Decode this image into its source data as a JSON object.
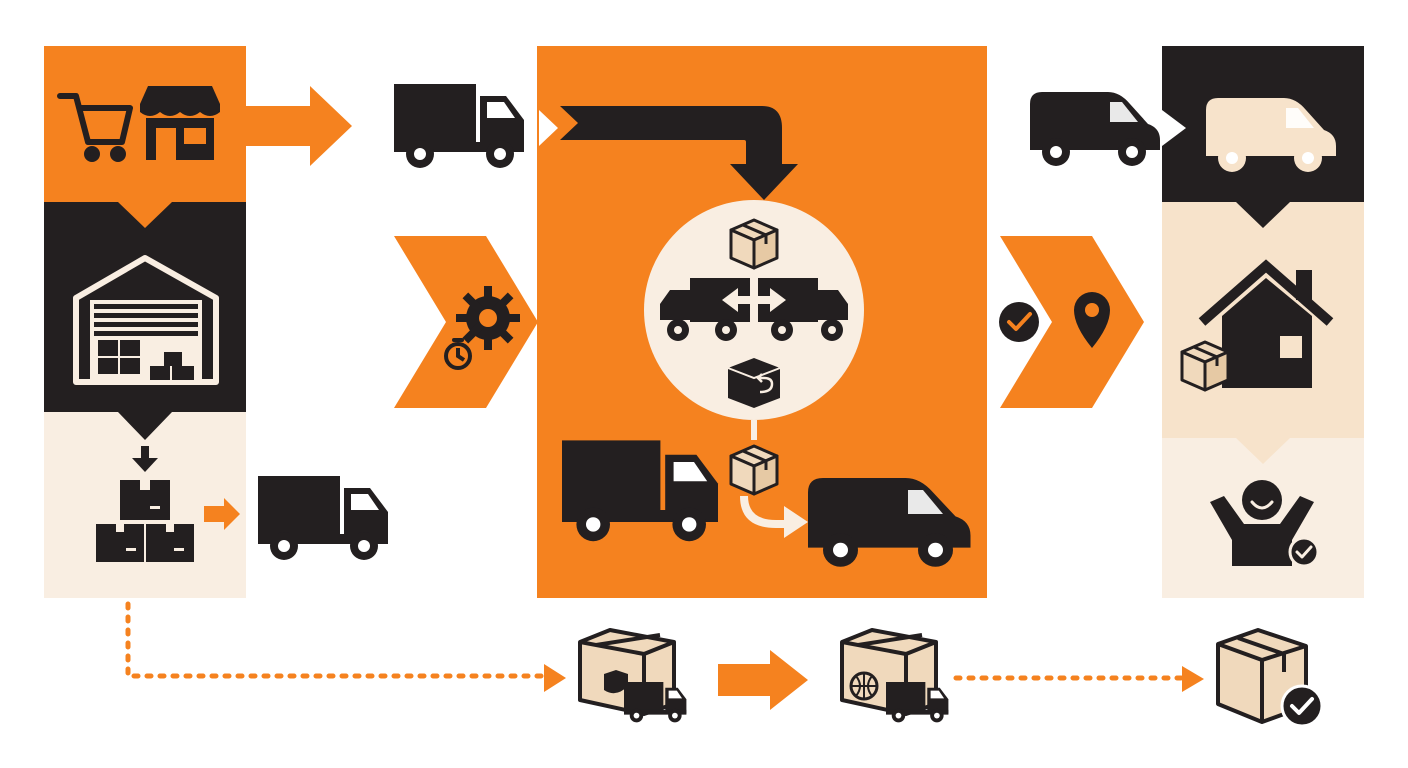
{
  "colors": {
    "orange": "#F5821F",
    "dark": "#231F20",
    "cream": "#F7E3CB",
    "cream_light": "#F9EEE2",
    "circle_fill": "#F9EEE2",
    "box": "#F0D9BC",
    "white": "#FFFFFF"
  },
  "stages": [
    {
      "id": "order",
      "icons": [
        "shopping-cart-icon",
        "storefront-icon"
      ]
    },
    {
      "id": "warehouse",
      "icons": [
        "warehouse-icon"
      ]
    },
    {
      "id": "picking",
      "icons": [
        "down-arrow-icon",
        "stacked-boxes-icon",
        "truck-icon"
      ]
    },
    {
      "id": "line-haul",
      "icons": [
        "truck-icon"
      ]
    },
    {
      "id": "processing",
      "icons": [
        "gear-icon",
        "stopwatch-icon"
      ]
    },
    {
      "id": "cross-dock-hub",
      "icons": [
        "package-icon",
        "truck-transfer-icon",
        "return-box-icon",
        "truck-icon",
        "van-icon"
      ]
    },
    {
      "id": "tracking",
      "icons": [
        "checkmark-icon",
        "location-pin-icon"
      ]
    },
    {
      "id": "last-mile",
      "icons": [
        "van-icon"
      ]
    },
    {
      "id": "home-delivery",
      "icons": [
        "house-icon",
        "package-icon"
      ]
    },
    {
      "id": "customer-satisfied",
      "icons": [
        "happy-person-icon",
        "checkmark-icon"
      ]
    }
  ],
  "bottom_flow": [
    "insured-shipping-icon",
    "international-shipping-icon",
    "delivered-package-icon"
  ]
}
